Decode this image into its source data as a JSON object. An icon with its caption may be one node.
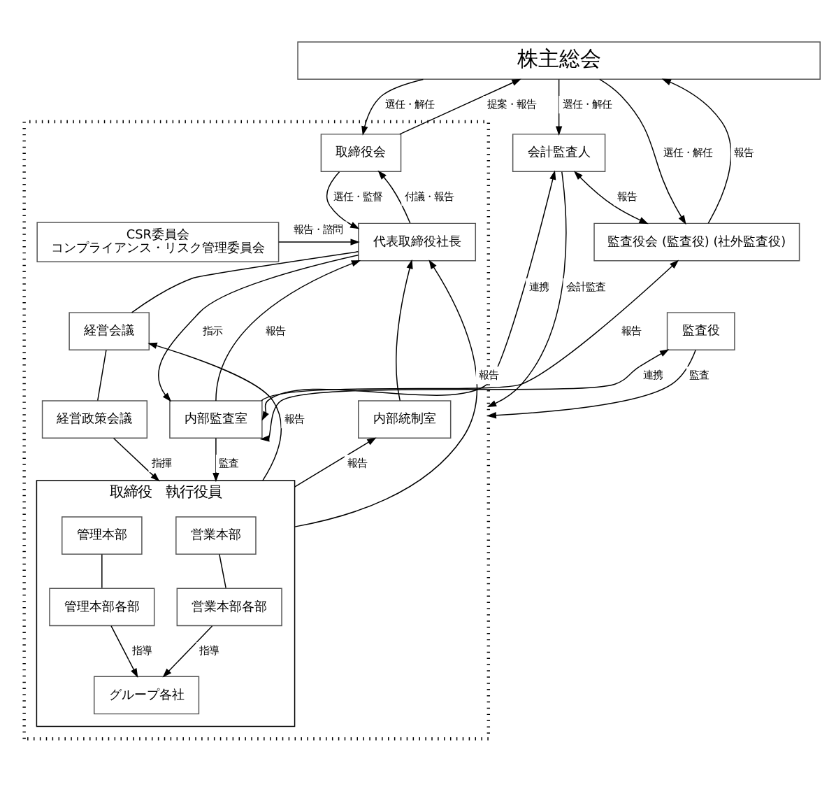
{
  "diagram": {
    "nodes": [
      {
        "text": [
          "株主総会"
        ]
      },
      {
        "text": [
          "会計監査人"
        ]
      },
      {
        "text": [
          "監査役会 (監査役) (社外監査役)"
        ]
      },
      {
        "text": [],
        "shape": "box"
      },
      {
        "text": [
          "取締役会"
        ],
        "in": 3
      },
      {
        "text": [
          "監査役"
        ]
      },
      {
        "text": [
          "代表取締役社長"
        ],
        "in": 3
      },
      {
        "text": [
          "CSR委員会",
          "コンプライアンス・リスク管理委員会"
        ],
        "in": 3
      },
      {
        "text": [
          "内部監査室"
        ],
        "in": 3
      },
      {
        "text": [
          "内部統制室"
        ],
        "in": 3
      },
      {
        "text": [
          "経営会議"
        ],
        "in": 3
      },
      {
        "text": [
          "経営政策会議"
        ],
        "in": 3
      },
      {
        "text": [
          "取締役　執行役員"
        ],
        "in": 3
      },
      {
        "text": [
          "営業本部"
        ],
        "in": 12
      },
      {
        "text": [
          "管理本部"
        ],
        "in": 12
      },
      {
        "text": [
          "営業本部各部"
        ],
        "in": 12
      },
      {
        "text": [
          "管理本部各部"
        ],
        "in": 12
      },
      {
        "text": [
          "グループ各社"
        ],
        "in": 12
      }
    ],
    "edges": [
      {
        "from": 0,
        "to": 1,
        "arrow": "to",
        "label": "選任・解任"
      },
      {
        "from": 0,
        "to": 2,
        "arrow": "to",
        "label": "選任・解任"
      },
      {
        "from": 2,
        "to": 0,
        "arrow": "to",
        "label": "報告"
      },
      {
        "from": 1,
        "to": 2,
        "arrow": "both",
        "label": "報告"
      },
      {
        "from": 0,
        "to": 4,
        "arrow": "to",
        "label": "選任・解任"
      },
      {
        "from": 4,
        "to": 0,
        "arrow": "to",
        "label": "提案・報告"
      },
      {
        "from": 8,
        "to": 2,
        "arrow": "to",
        "label": "報告"
      },
      {
        "from": 5,
        "to": 3,
        "arrow": "to",
        "label": "監査"
      },
      {
        "from": 1,
        "to": 3,
        "arrow": "to",
        "label": "会計監査"
      },
      {
        "from": 1,
        "to": 8,
        "arrow": "both",
        "label": "連携"
      },
      {
        "from": 5,
        "to": 8,
        "arrow": "both",
        "label": "連携"
      },
      {
        "from": 6,
        "to": 4,
        "arrow": "to",
        "label": "付議・報告"
      },
      {
        "from": 4,
        "to": 6,
        "arrow": "to",
        "label": "選任・監督"
      },
      {
        "from": 8,
        "to": 6,
        "arrow": "to",
        "label": "報告"
      },
      {
        "from": 6,
        "to": 8,
        "arrow": "to",
        "label": "指示"
      },
      {
        "from": 7,
        "to": 6,
        "arrow": "to",
        "label": "報告・諮問"
      },
      {
        "from": 9,
        "to": 6,
        "arrow": "to"
      },
      {
        "from": 6,
        "to": 10,
        "arrow": "none"
      },
      {
        "from": 10,
        "to": 11,
        "arrow": "none"
      },
      {
        "from": 12,
        "to": 6,
        "arrow": "to",
        "label": "報告"
      },
      {
        "from": 12,
        "to": 10,
        "arrow": "to",
        "label": "報告"
      },
      {
        "from": 11,
        "to": 12,
        "arrow": "to",
        "label": "指揮"
      },
      {
        "from": 8,
        "to": 12,
        "arrow": "to",
        "label": "監査"
      },
      {
        "from": 12,
        "to": 9,
        "arrow": "to",
        "label": "報告"
      },
      {
        "from": 13,
        "to": 15,
        "arrow": "none"
      },
      {
        "from": 14,
        "to": 16,
        "arrow": "none"
      },
      {
        "from": 15,
        "to": 17,
        "arrow": "to",
        "label": "指導"
      },
      {
        "from": 16,
        "to": 17,
        "arrow": "to",
        "label": "指導"
      }
    ]
  }
}
